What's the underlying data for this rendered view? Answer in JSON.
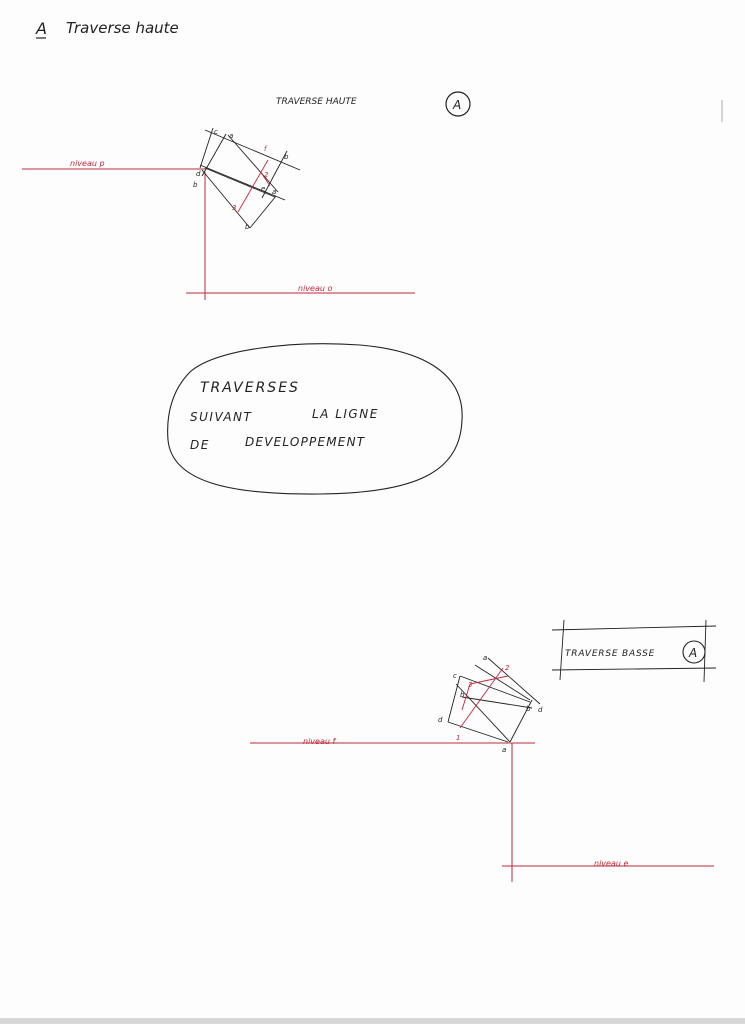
{
  "page": {
    "title_marker": "A",
    "title_text": "Traverse haute"
  },
  "top_diagram": {
    "title": "TRAVERSE HAUTE",
    "badge": "A",
    "level_upper": "niveau p",
    "level_lower": "niveau o",
    "point_labels": [
      "c",
      "a",
      "b",
      "d",
      "b",
      "e",
      "a",
      "f",
      "2",
      "3",
      "b"
    ]
  },
  "note": {
    "line1": "TRAVERSES",
    "line2_a": "SUIVANT",
    "line2_b": "LA LIGNE",
    "line3_a": "DE",
    "line3_b": "DEVELOPPEMENT"
  },
  "bottom_diagram": {
    "title": "TRAVERSE BASSE",
    "badge": "A",
    "level_upper": "niveau f",
    "level_lower": "niveau e",
    "point_labels": [
      "c",
      "a",
      "b",
      "d",
      "a",
      "b",
      "d",
      "2",
      "3",
      "1"
    ]
  },
  "colors": {
    "ink": "#222222",
    "construction": "#c0283a",
    "paper": "#fdfdfd"
  }
}
